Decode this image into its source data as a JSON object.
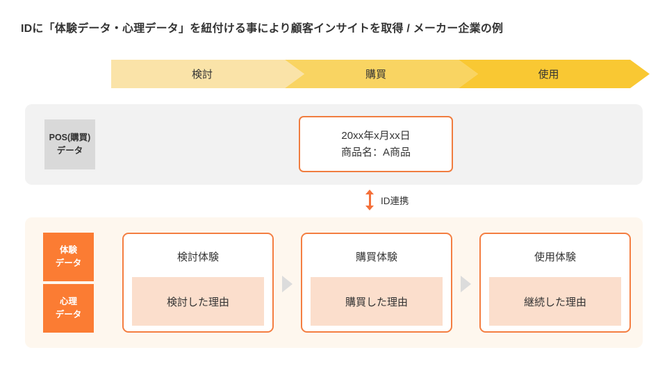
{
  "page": {
    "title": "IDに「体験データ・心理データ」を紐付ける事により顧客インサイトを取得 / メーカー企業の例"
  },
  "stage_bar": {
    "stages": [
      {
        "label": "検討",
        "color": "#fae3a8"
      },
      {
        "label": "購買",
        "color": "#f9d462"
      },
      {
        "label": "使用",
        "color": "#f9c833"
      }
    ]
  },
  "pos_panel": {
    "tag": {
      "line1": "POS(購買)",
      "line2": "データ",
      "color": "#d9d9d9"
    },
    "card": {
      "line1": "20xx年x月xx日",
      "line2": "商品名：A商品",
      "border_color": "#f07d3f"
    },
    "background": "#f2f2f2"
  },
  "connector": {
    "label": "ID連携",
    "arrow_icon": "double-arrow-vertical-icon",
    "color": "#f4703a"
  },
  "experience_panel": {
    "background": "#fef7ee",
    "tags": [
      {
        "line1": "体験",
        "line2": "データ",
        "color": "#fb7c33"
      },
      {
        "line1": "心理",
        "line2": "データ",
        "color": "#fb7c33"
      }
    ],
    "cards": [
      {
        "title": "検討体験",
        "reason": "検討した理由"
      },
      {
        "title": "購買体験",
        "reason": "購買した理由"
      },
      {
        "title": "使用体験",
        "reason": "継続した理由"
      }
    ],
    "card_border_color": "#f47e41",
    "reason_background": "#fbdecc",
    "separator_icon": "triangle-right-icon"
  }
}
